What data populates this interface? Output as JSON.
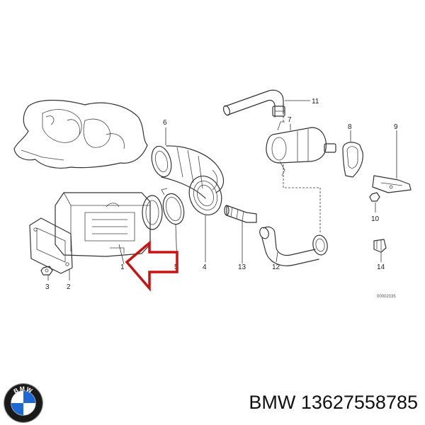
{
  "diagram": {
    "callouts": {
      "c1": "1",
      "c2": "2",
      "c3": "3",
      "c4": "4",
      "c5": "5",
      "c6": "6",
      "c7": "7",
      "c8": "8",
      "c9": "9",
      "c10": "10",
      "c11": "11",
      "c12": "12",
      "c13": "13",
      "c14": "14"
    },
    "drawing_code": "00002035",
    "arrow_color": "#cc1111"
  },
  "caption": {
    "text": "BMW 13627558785"
  },
  "logo": {
    "letters": "BMW",
    "colors": {
      "blue": "#1c69d4",
      "ring": "#1a1a1a"
    }
  }
}
